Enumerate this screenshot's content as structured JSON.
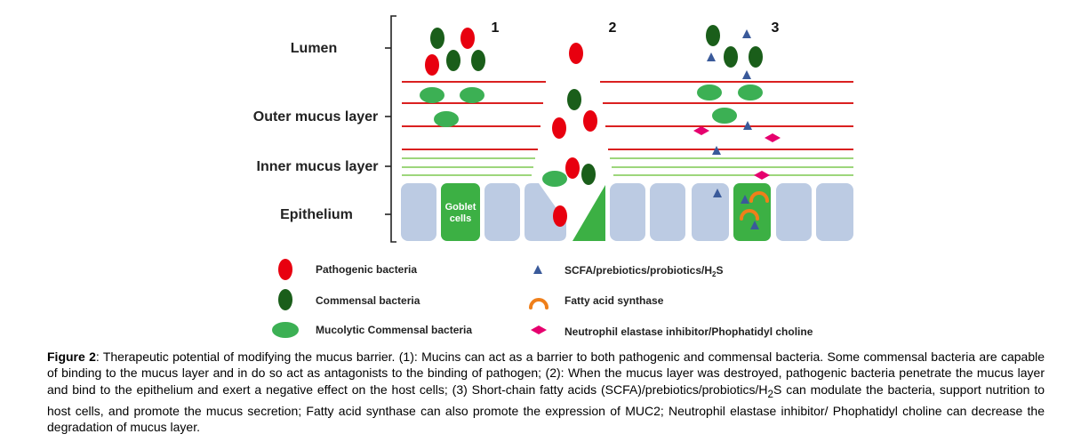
{
  "diagram": {
    "layer_labels": {
      "lumen": "Lumen",
      "outer_mucus": "Outer mucus layer",
      "inner_mucus": "Inner mucus layer",
      "epithelium": "Epithelium"
    },
    "scenario_numbers": [
      "1",
      "2",
      "3"
    ],
    "goblet_label_line1": "Goblet",
    "goblet_label_line2": "cells",
    "colors": {
      "pathogenic": "#e8000f",
      "commensal": "#1a5e1a",
      "mucolytic": "#3cb054",
      "scfa": "#3a5a9a",
      "fatty_acid_synthase": "#ef7f1a",
      "elastase_inhibitor": "#e6006e",
      "outer_mucus_line": "#d40000",
      "inner_mucus_line": "#8fd16a",
      "epithelial_cell": "#bccbe3",
      "goblet_cell": "#3cb044"
    }
  },
  "legend": {
    "pathogenic": "Pathogenic bacteria",
    "commensal": "Commensal bacteria",
    "mucolytic": "Mucolytic Commensal bacteria",
    "scfa_prefix": "SCFA/prebiotics/probiotics/H",
    "scfa_sub": "2",
    "scfa_suffix": "S",
    "fatty_acid": "Fatty acid synthase",
    "elastase": "Neutrophil elastase inhibitor/Phophatidyl choline"
  },
  "caption": {
    "label": "Figure 2",
    "text_part1": ": Therapeutic potential of modifying the mucus barrier. (1): Mucins can act as a barrier to both pathogenic and commensal bacteria. Some commensal bacteria are capable of binding to the mucus layer and in do so act as antagonists to the binding of pathogen; (2): When the mucus layer was destroyed, pathogenic bacteria penetrate the mucus layer and bind to the epithelium and exert a negative effect on the host cells; (3) Short-chain fatty acids (SCFA)/prebiotics/probiotics/H",
    "text_sub": "2",
    "text_part2": "S can modulate the bacteria, support nutrition to host cells, and promote the mucus secretion; Fatty acid synthase can also promote the expression of MUC2; Neutrophil elastase inhibitor/ Phophatidyl choline can decrease the degradation of mucus layer."
  }
}
